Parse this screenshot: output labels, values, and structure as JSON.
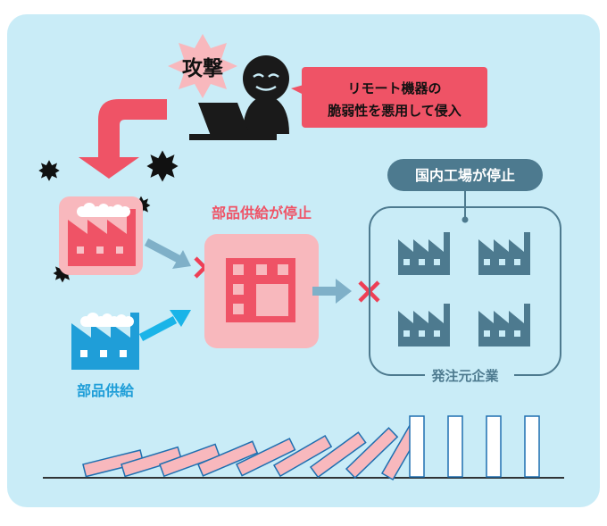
{
  "attack": {
    "label": "攻撃",
    "callout_line1": "リモート機器の",
    "callout_line2": "脆弱性を悪用して侵入"
  },
  "supplier": {
    "label": "部品供給"
  },
  "parts_factory": {
    "status_label": "部品供給が停止"
  },
  "domestic": {
    "badge_label": "国内工場が停止",
    "group_label": "発注元企業"
  },
  "colors": {
    "background": "#c9ecf7",
    "alert_red": "#ef5366",
    "pink_fill": "#f8b8bd",
    "supplier_blue": "#1f9ed8",
    "arrow_cyan": "#1ab4e8",
    "arrow_muted": "#7fb0c8",
    "plant_slate": "#4d7a8f",
    "cross_red": "#ee3f55",
    "attacker": "#1a1a1a"
  },
  "icons": {
    "attacker": "hacker-with-laptop-icon",
    "burst": "explosion-burst-icon",
    "factory": "factory-icon",
    "building": "office-building-icon",
    "cross": "cross-mark-icon",
    "arrow": "arrow-icon",
    "domino": "domino-icon"
  }
}
